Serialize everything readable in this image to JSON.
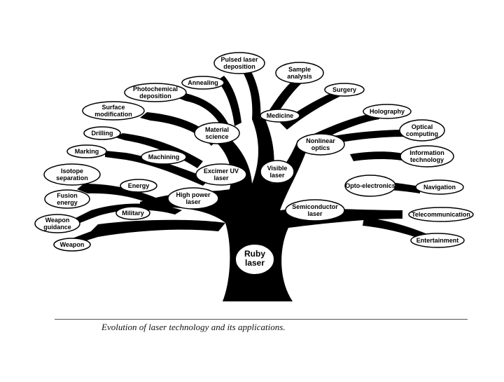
{
  "diagram": {
    "root_label": "Ruby laser",
    "caption": "Evolution of laser technology and its applications.",
    "ink_color": "#000000",
    "bubble_fill": "#ffffff",
    "nodes": [
      {
        "id": "pulsed",
        "label": "Pulsed laser deposition"
      },
      {
        "id": "sample",
        "label": "Sample analysis"
      },
      {
        "id": "annealing",
        "label": "Annealing"
      },
      {
        "id": "photochem",
        "label": "Photochemical deposition"
      },
      {
        "id": "surgery",
        "label": "Surgery"
      },
      {
        "id": "surface",
        "label": "Surface modification"
      },
      {
        "id": "medicine",
        "label": "Medicine"
      },
      {
        "id": "holography",
        "label": "Holography"
      },
      {
        "id": "material",
        "label": "Material science"
      },
      {
        "id": "drilling",
        "label": "Drilling"
      },
      {
        "id": "optical",
        "label": "Optical computing"
      },
      {
        "id": "nonlinear",
        "label": "Nonlinear optics"
      },
      {
        "id": "marking",
        "label": "Marking"
      },
      {
        "id": "information",
        "label": "Information technology"
      },
      {
        "id": "machining",
        "label": "Machining"
      },
      {
        "id": "isotope",
        "label": "Isotope separation"
      },
      {
        "id": "excimer",
        "label": "Excimer UV laser"
      },
      {
        "id": "visible",
        "label": "Visible laser"
      },
      {
        "id": "energy",
        "label": "Energy"
      },
      {
        "id": "opto",
        "label": "Opto-electronics"
      },
      {
        "id": "navigation",
        "label": "Navigation"
      },
      {
        "id": "fusion",
        "label": "Fusion energy"
      },
      {
        "id": "highpower",
        "label": "High power laser"
      },
      {
        "id": "military",
        "label": "Military"
      },
      {
        "id": "semiconductor",
        "label": "Semiconductor laser"
      },
      {
        "id": "telecom",
        "label": "Telecommunication"
      },
      {
        "id": "weaponguidance",
        "label": "Weapon guidance"
      },
      {
        "id": "entertainment",
        "label": "Entertainment"
      },
      {
        "id": "weapon",
        "label": "Weapon"
      }
    ]
  }
}
